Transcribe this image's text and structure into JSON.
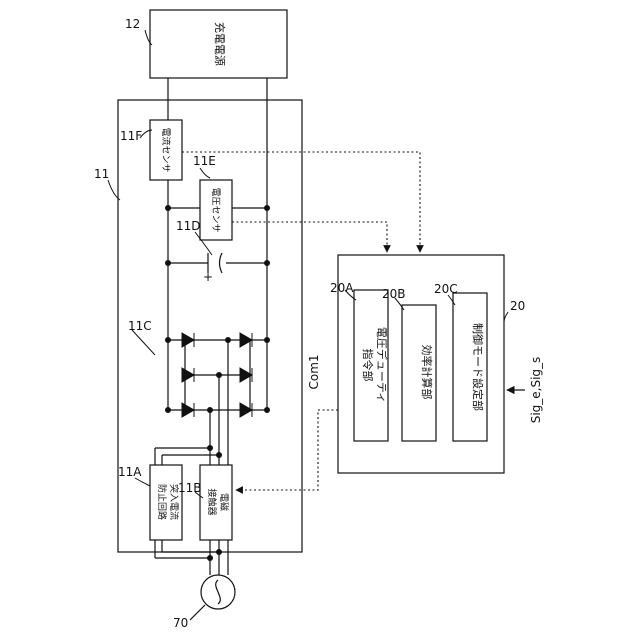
{
  "labels": {
    "ref_12": "12",
    "charging_power_supply": "充電電源",
    "ref_11": "11",
    "ref_11F": "11F",
    "current_sensor": "電流センサ",
    "ref_11E": "11E",
    "voltage_sensor": "電圧センサ",
    "ref_11D": "11D",
    "ref_11C": "11C",
    "ref_11A": "11A",
    "inrush_line1": "突入電流",
    "inrush_line2": "防止回路",
    "ref_11B": "11B",
    "contactor_line1": "電磁",
    "contactor_line2": "接触器",
    "ref_70": "70",
    "ref_20": "20",
    "ref_20A": "20A",
    "duty_line1": "電圧デューティ",
    "duty_line2": "指令部",
    "ref_20B": "20B",
    "efficiency": "効率計算部",
    "ref_20C": "20C",
    "mode_setting": "制御モード設定部",
    "com1": "Com1",
    "sig": "Sig_e,Sig_s",
    "cap_plus": "+"
  }
}
